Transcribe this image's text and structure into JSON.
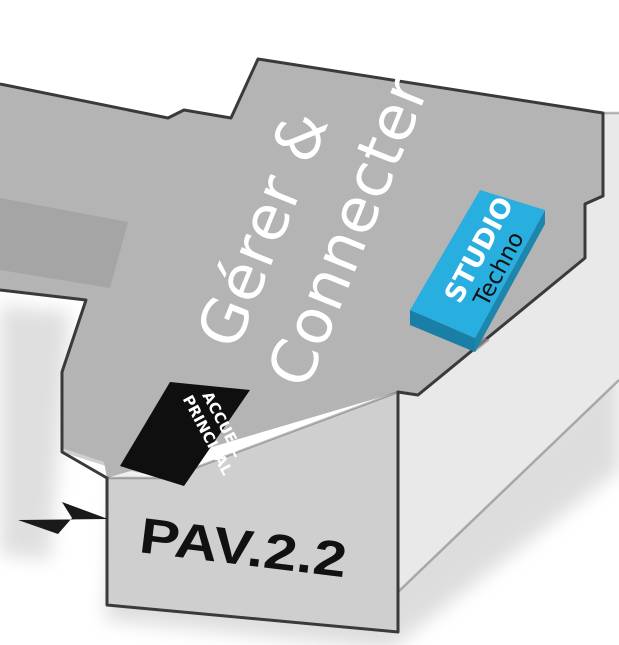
{
  "building": {
    "zone_title_line1": "Gérer &",
    "zone_title_line2": "Connecter",
    "studio_line1": "STUDIO",
    "studio_line2": "Techno",
    "accueil_line1": "ACCUEIL",
    "accueil_line2": "PRINCIPAL",
    "pavilion_label": "PAV.2.2"
  },
  "colors": {
    "roof": "#b4b4b4",
    "wall_front": "#cfcfcf",
    "wall_side": "#e8e8e8",
    "outline": "#3a3a3a",
    "studio_top": "#29aee0",
    "studio_side": "#1a7fa6",
    "accueil_bg": "#0f0f0f",
    "arrow": "#1a1a1a",
    "shadow": "#d6d6d6"
  },
  "icons": {
    "entrance_arrow": "arrow-right-icon"
  }
}
